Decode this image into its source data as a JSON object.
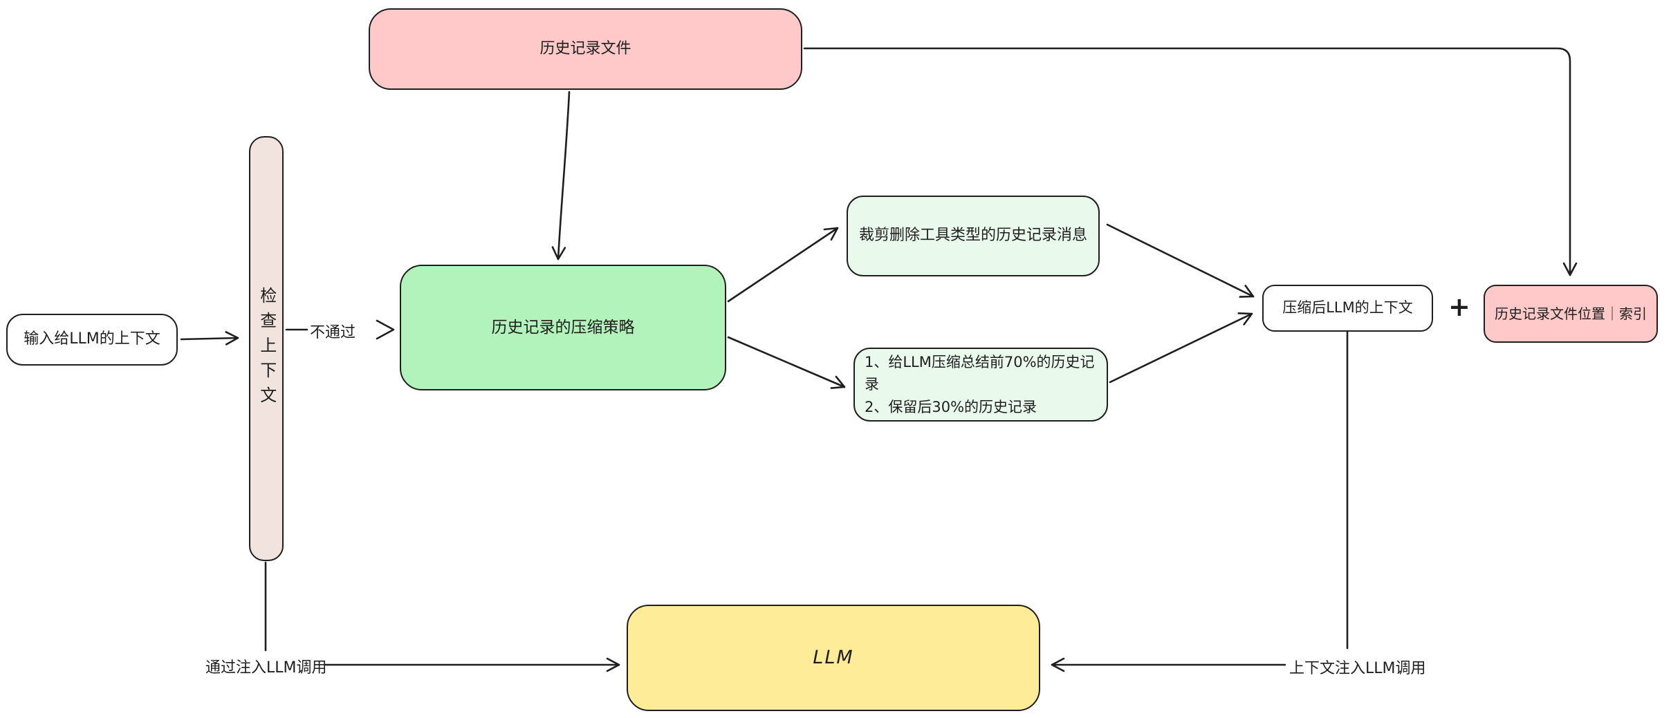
{
  "diagram": {
    "nodes": {
      "history_file": {
        "label": "历史记录文件",
        "fill_key": "pink"
      },
      "input_context": {
        "label": "输入给LLM的上下文",
        "fill_key": "white"
      },
      "check_context": {
        "label": "检查上下文",
        "fill_key": "bar"
      },
      "compression_strategy": {
        "label": "历史记录的压缩策略",
        "fill_key": "green"
      },
      "trim_tool_messages": {
        "label": "裁剪删除工具类型的历史记录消息",
        "fill_key": "pale_green"
      },
      "summarize_rules": {
        "lines": [
          "1、给LLM压缩总结前70%的历史记录",
          "2、保留后30%的历史记录"
        ],
        "fill_key": "pale_green"
      },
      "compressed_context": {
        "label": "压缩后LLM的上下文",
        "fill_key": "white"
      },
      "file_location_index": {
        "label": "历史记录文件位置｜索引",
        "fill_key": "pink"
      },
      "llm": {
        "label": "LLM",
        "fill_key": "yellow"
      }
    },
    "edge_labels": {
      "fail": "不通过",
      "pass_inject": "通过注入LLM调用",
      "context_inject": "上下文注入LLM调用",
      "plus": "+"
    },
    "colors": {
      "stroke": "#1e1e1e",
      "pink": "#ffc9c9",
      "green": "#b2f2bb",
      "pale_green": "#e9f9ec",
      "yellow": "#ffec99",
      "bar": "#f1e3de",
      "white": "#ffffff"
    }
  }
}
